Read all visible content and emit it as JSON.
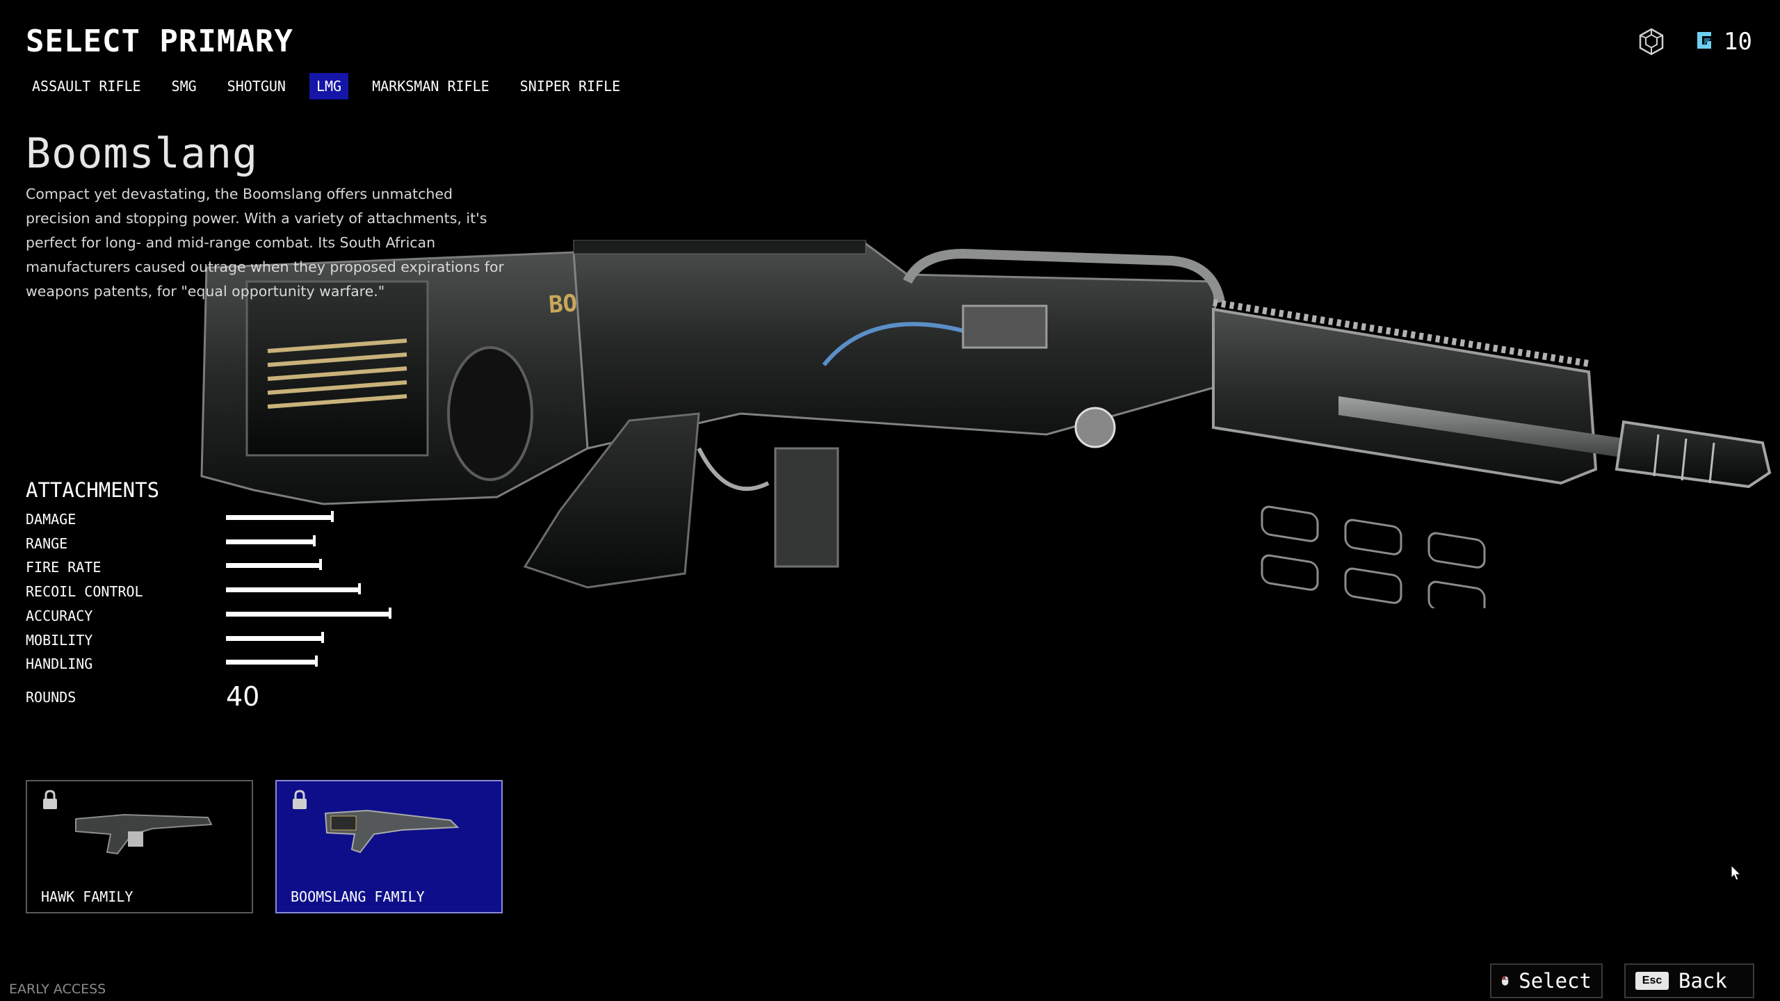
{
  "header": {
    "title": "SELECT PRIMARY"
  },
  "tabs": [
    {
      "label": "ASSAULT RIFLE",
      "active": false
    },
    {
      "label": "SMG",
      "active": false
    },
    {
      "label": "SHOTGUN",
      "active": false
    },
    {
      "label": "LMG",
      "active": true
    },
    {
      "label": "MARKSMAN RIFLE",
      "active": false
    },
    {
      "label": "SNIPER RIFLE",
      "active": false
    }
  ],
  "hud": {
    "settings_icon": "cube-icon",
    "currency_icon": "token-icon",
    "currency_value": "10"
  },
  "weapon": {
    "name": "Boomslang",
    "description": "Compact yet devastating, the Boomslang offers unmatched precision and stopping power. With a variety of attachments, it's perfect for long- and mid-range combat. Its South African manufacturers caused outrage when they proposed expirations for weapons patents, for \"equal opportunity warfare.\"",
    "decal_text": "BOOMSLANG"
  },
  "attachments": {
    "heading": "ATTACHMENTS",
    "stats": [
      {
        "label": "DAMAGE",
        "value": 0.52
      },
      {
        "label": "RANGE",
        "value": 0.43
      },
      {
        "label": "FIRE RATE",
        "value": 0.46
      },
      {
        "label": "RECOIL CONTROL",
        "value": 0.65
      },
      {
        "label": "ACCURACY",
        "value": 0.8
      },
      {
        "label": "MOBILITY",
        "value": 0.47
      },
      {
        "label": "HANDLING",
        "value": 0.44
      }
    ],
    "rounds_label": "ROUNDS",
    "rounds_value": "40"
  },
  "families": [
    {
      "label": "HAWK FAMILY",
      "locked": true,
      "selected": false
    },
    {
      "label": "BOOMSLANG FAMILY",
      "locked": true,
      "selected": true
    }
  ],
  "footer": {
    "early_access": "EARLY ACCESS",
    "select_label": "Select",
    "back_label": "Back",
    "back_key": "Esc"
  },
  "colors": {
    "accent": "#1515a8",
    "card_selected": "#0e0e8a",
    "background": "#000000"
  }
}
